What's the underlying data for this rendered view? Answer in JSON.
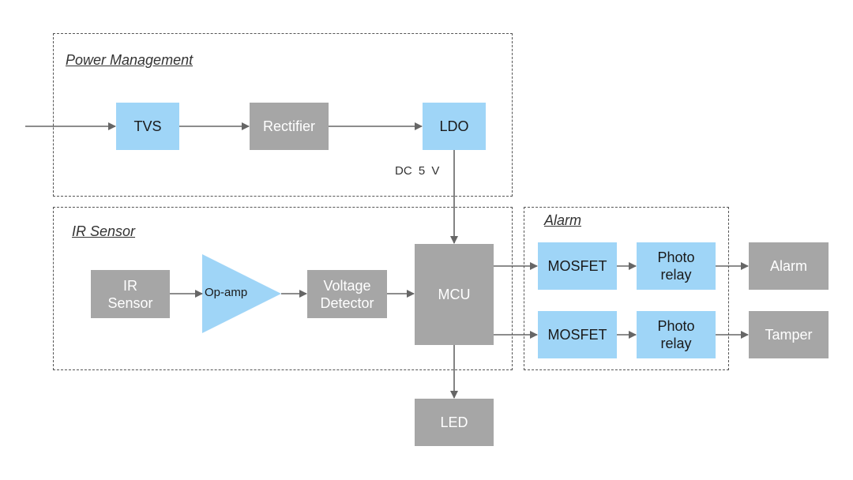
{
  "groups": {
    "power": {
      "title": "Power Management"
    },
    "ir": {
      "title": "IR Sensor"
    },
    "alarm": {
      "title": "Alarm"
    }
  },
  "blocks": {
    "tvs": "TVS",
    "rectifier": "Rectifier",
    "ldo": "LDO",
    "ir_sensor": [
      "IR",
      "Sensor"
    ],
    "op_amp": "Op-amp",
    "voltage_detector": [
      "Voltage",
      "Detector"
    ],
    "mcu": "MCU",
    "led": "LED",
    "mosfet_1": "MOSFET",
    "mosfet_2": "MOSFET",
    "photo_relay_1": [
      "Photo",
      "relay"
    ],
    "photo_relay_2": [
      "Photo",
      "relay"
    ],
    "alarm_out": "Alarm",
    "tamper_out": "Tamper"
  },
  "labels": {
    "dc_supply": "DC 5 V"
  },
  "colors": {
    "block_gray": "#a6a6a6",
    "block_blue": "#9fd5f7",
    "wire": "#666666",
    "border": "#555555"
  }
}
